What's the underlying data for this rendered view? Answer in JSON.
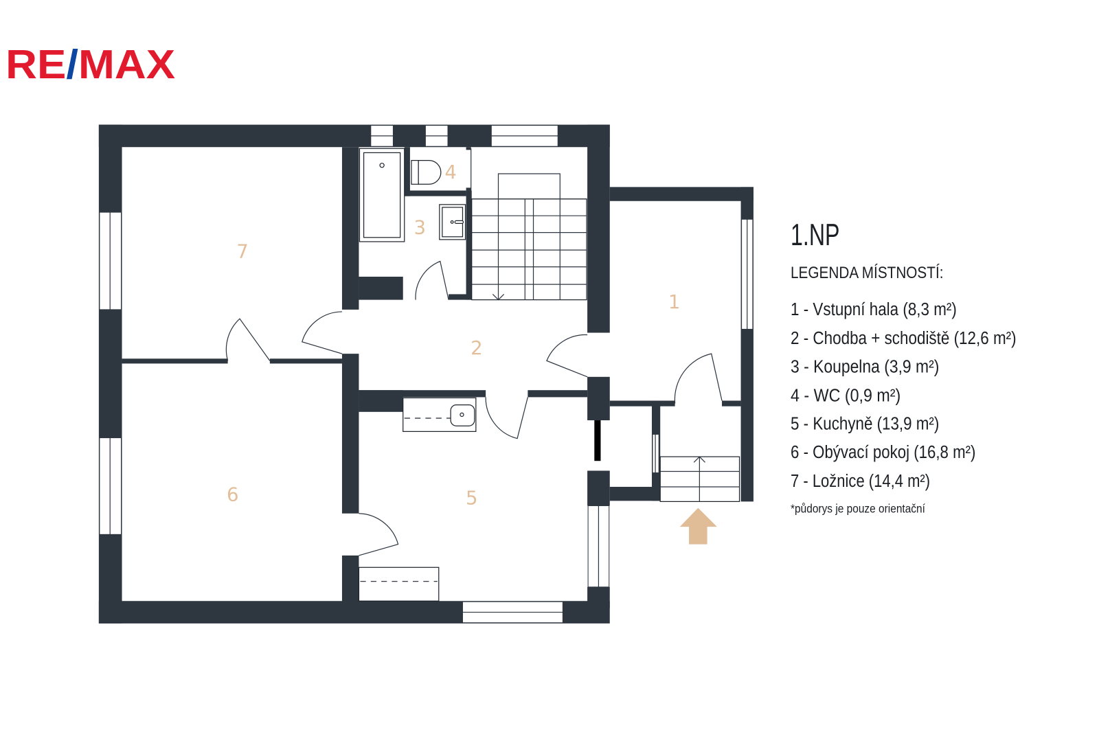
{
  "logo": {
    "part1": "RE",
    "slash": "/",
    "part2": "MAX",
    "red": "#e11b2d",
    "blue": "#0d47a1"
  },
  "plan": {
    "colors": {
      "wall": "#2e3640",
      "label": "#e2bf9a",
      "entrance_arrow": "#e0bc97"
    },
    "room_labels": {
      "r1": "1",
      "r2": "2",
      "r3": "3",
      "r4": "4",
      "r5": "5",
      "r6": "6",
      "r7": "7"
    }
  },
  "legend": {
    "floor": "1.NP",
    "heading": "LEGENDA MÍSTNOSTÍ:",
    "items": [
      "1 - Vstupní hala (8,3 m²)",
      "2 - Chodba + schodiště (12,6 m²)",
      "3 - Koupelna (3,9 m²)",
      "4 - WC (0,9 m²)",
      "5 - Kuchyně (13,9 m²)",
      "6 - Obývací pokoj (16,8 m²)",
      "7 - Ložnice (14,4 m²)"
    ],
    "note": "*půdorys je pouze orientační"
  }
}
